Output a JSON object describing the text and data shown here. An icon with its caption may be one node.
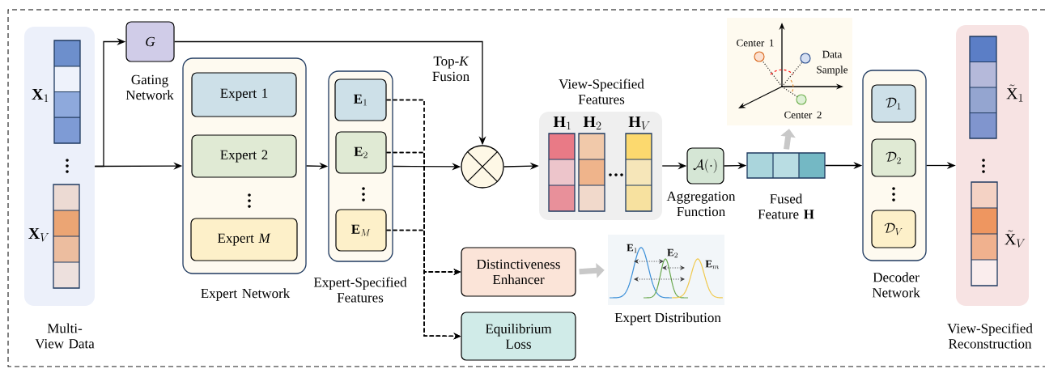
{
  "diagram": {
    "nodes": [
      {
        "text": [
          "Multi-View Data"
        ]
      },
      {
        "text": [
          "\\mathbf{X}_1"
        ],
        "in": 0
      },
      {
        "text": [
          "\\mathbf{X}_V"
        ],
        "in": 0
      },
      {
        "text": [
          "*G*"
        ],
        "beside": [
          "Gating Network"
        ]
      },
      {
        "text": [
          "Expert Network"
        ]
      },
      {
        "text": [
          "Expert 1"
        ],
        "in": 4
      },
      {
        "text": [
          "Expert 2"
        ],
        "in": 4
      },
      {
        "text": [
          "Expert *M*"
        ],
        "in": 4
      },
      {
        "text": [
          "Expert-Specified Features"
        ]
      },
      {
        "text": [
          "\\mathbf{E}_1"
        ],
        "in": 8
      },
      {
        "text": [
          "\\mathbf{E}_2"
        ],
        "in": 8
      },
      {
        "text": [
          "\\mathbf{E}_M"
        ],
        "in": 8
      },
      {
        "text": [],
        "shape": "circle"
      },
      {
        "text": [
          "View-Specified Features"
        ]
      },
      {
        "text": [
          "\\mathbf{H}_1"
        ],
        "in": 13
      },
      {
        "text": [
          "\\mathbf{H}_2"
        ],
        "in": 13
      },
      {
        "text": [
          "\\mathbf{H}_V"
        ],
        "in": 13
      },
      {
        "text": [
          "\\mathcal{A}(\\cdot)"
        ],
        "beside": [
          "Aggregation Function"
        ]
      },
      {
        "text": [
          "Fused Feature **H**"
        ]
      },
      {
        "text": [
          "Center 1",
          "Data Sample",
          "Center 2"
        ]
      },
      {
        "text": [
          "Decoder Network"
        ]
      },
      {
        "text": [
          "\\mathcal{D}_1"
        ],
        "in": 20
      },
      {
        "text": [
          "\\mathcal{D}_2"
        ],
        "in": 20
      },
      {
        "text": [
          "\\mathcal{D}_V"
        ],
        "in": 20
      },
      {
        "text": [
          "View-Specified Reconstruction"
        ]
      },
      {
        "text": [
          "\\tilde{\\mathrm{X}}_1"
        ],
        "in": 24
      },
      {
        "text": [
          "\\tilde{\\mathrm{X}}_V"
        ],
        "in": 24
      },
      {
        "text": [
          "Distinctiveness Enhancer"
        ]
      },
      {
        "text": [
          "Equilibrium Loss"
        ]
      },
      {
        "text": [
          "\\mathbf{E}_1",
          "\\mathbf{E}_2",
          "\\mathbf{E}_m",
          "Expert Distribution"
        ]
      }
    ],
    "edges": [
      {
        "from": 0,
        "to": 3,
        "arrow": "to"
      },
      {
        "from": 0,
        "to": 4,
        "arrow": "to"
      },
      {
        "from": 4,
        "to": 8,
        "arrow": "to"
      },
      {
        "from": 3,
        "to": 12,
        "arrow": "to",
        "label": "Top-*K* Fusion"
      },
      {
        "from": 8,
        "to": 12,
        "arrow": "to"
      },
      {
        "from": 12,
        "to": 13,
        "arrow": "to"
      },
      {
        "from": 13,
        "to": 17,
        "arrow": "to"
      },
      {
        "from": 17,
        "to": 18,
        "arrow": "to"
      },
      {
        "from": 18,
        "to": 19,
        "arrow": "to",
        "style": "thick",
        "color": "#c8c8c8"
      },
      {
        "from": 18,
        "to": 20,
        "arrow": "to"
      },
      {
        "from": 20,
        "to": 24,
        "arrow": "to"
      },
      {
        "from": 9,
        "to": 27,
        "arrow": "to",
        "style": "dashed"
      },
      {
        "from": 10,
        "to": 27,
        "arrow": "to",
        "style": "dashed"
      },
      {
        "from": 11,
        "to": 27,
        "arrow": "to",
        "style": "dashed"
      },
      {
        "from": 9,
        "to": 28,
        "arrow": "to",
        "style": "dashed"
      },
      {
        "from": 10,
        "to": 28,
        "arrow": "to",
        "style": "dashed"
      },
      {
        "from": 11,
        "to": 28,
        "arrow": "to",
        "style": "dashed"
      },
      {
        "from": 27,
        "to": 29,
        "arrow": "to",
        "style": "thick",
        "color": "#c8c8c8"
      }
    ]
  }
}
